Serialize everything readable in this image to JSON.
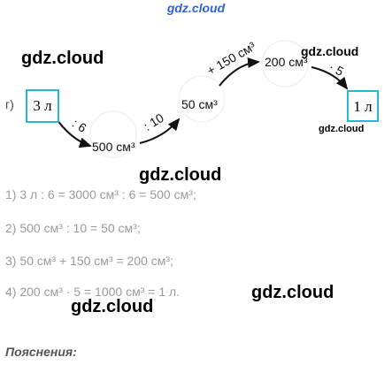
{
  "site_header": "gdz.cloud",
  "watermarks": [
    "gdz.cloud",
    "gdz.cloud",
    "gdz.cloud",
    "gdz.cloud",
    "gdz.cloud",
    "gdz.cloud"
  ],
  "diagram": {
    "row_label": "г)",
    "start": "3 л",
    "node1": "500 см³",
    "node2": "50 см³",
    "node3": "200 см³",
    "end": "1 л",
    "op1": ": 6",
    "op2": ": 10",
    "op3": "+ 150 см³",
    "op4": "· 5"
  },
  "solution": [
    "1) 3 л : 6 = 3000 см³ : 6 = 500 см³;",
    "2) 500 см³ : 10 = 50 см³;",
    "3) 50 см³ + 150 см³ = 200 см³;",
    "4) 200 см³ · 5 = 1000 см³ = 1 л."
  ],
  "explanation_label": "Пояснения:",
  "colors": {
    "box_border": "#25b7d8",
    "brand": "#2f63d6",
    "solution_text": "#9a9a9a"
  }
}
